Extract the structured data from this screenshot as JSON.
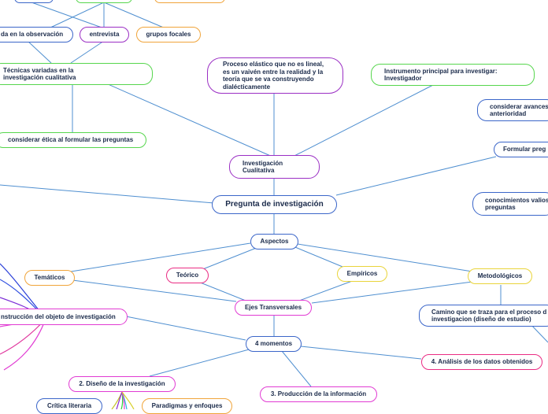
{
  "nodes": {
    "top_blue": "",
    "top_green": "",
    "top_orange": "",
    "basada_observacion": "da en la observación",
    "entrevista": "entrevista",
    "grupos_focales": "grupos focales",
    "tecnicas_variadas": "Técnicas variadas en la investigación cualitativa",
    "proceso_elastico": "Proceso elástico que no es lineal, es un vaivén entre la realidad y la teoría que se va construyendo dialécticamente",
    "instrumento_principal": "Instrumento principal para investigar: Investigador",
    "considerar_avances": "considerar avances anterioridad",
    "consider_etica": "considerar ética al formular las preguntas",
    "formular_preg": "Formular preg",
    "investigacion_cualitativa": "Investigación Cualitativa",
    "conocimientos_valios": "conocimientos valios preguntas",
    "pregunta_investigacion": "Pregunta de investigación",
    "aspectos": "Aspectos",
    "tematicos": "Temáticos",
    "teorico": "Teórico",
    "empiricos": "Empíricos",
    "metodologicos": "Metodológicos",
    "ejes_transversales": "Ejes Transversales",
    "construccion_objeto": "nstrucción del objeto de investigación",
    "camino_traza": "Camino que se traza para el proceso d investigacion (diseño de estudio)",
    "cuatro_momentos": "4 momentos",
    "analisis_datos": "4. Análisis de los datos obtenidos",
    "diseno_investigacion": "2. Diseño de la investigación",
    "produccion_informacion": "3. Producción de la información",
    "critica_literaria": "Crítica literaria",
    "paradigmas_enfoques": "Paradigmas y enfoques"
  }
}
